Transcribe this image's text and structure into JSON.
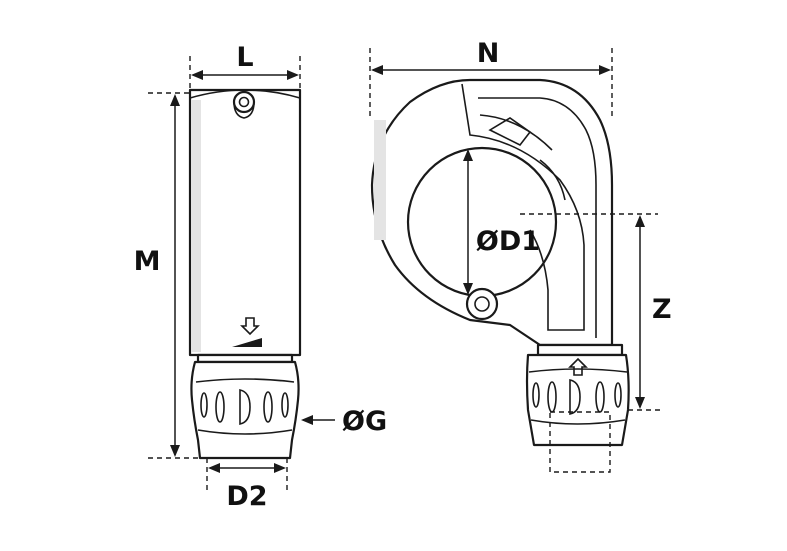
{
  "labels": {
    "L": "L",
    "M": "M",
    "G": "ØG",
    "D2": "D2",
    "N": "N",
    "D1": "ØD1",
    "Z": "Z"
  }
}
